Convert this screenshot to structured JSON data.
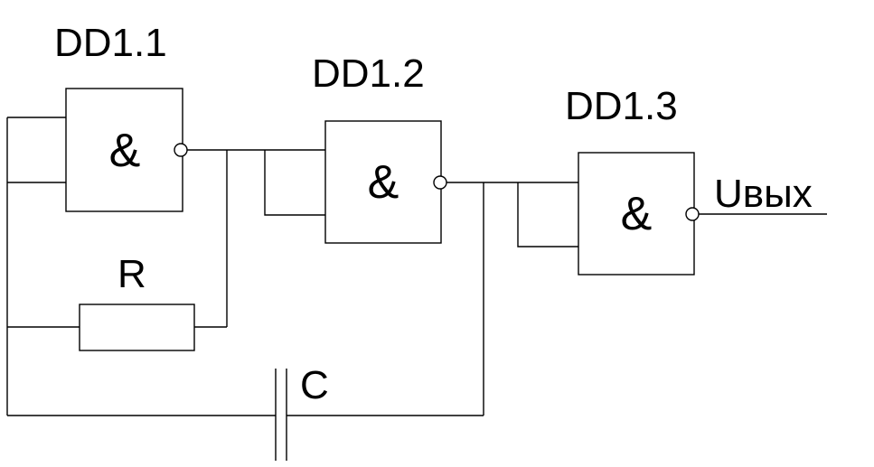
{
  "gates": [
    {
      "id": "DD1.1",
      "label": "DD1.1",
      "symbol": "&"
    },
    {
      "id": "DD1.2",
      "label": "DD1.2",
      "symbol": "&"
    },
    {
      "id": "DD1.3",
      "label": "DD1.3",
      "symbol": "&"
    }
  ],
  "resistor": {
    "label": "R"
  },
  "capacitor": {
    "label": "C"
  },
  "output": {
    "label": "Uвых"
  }
}
